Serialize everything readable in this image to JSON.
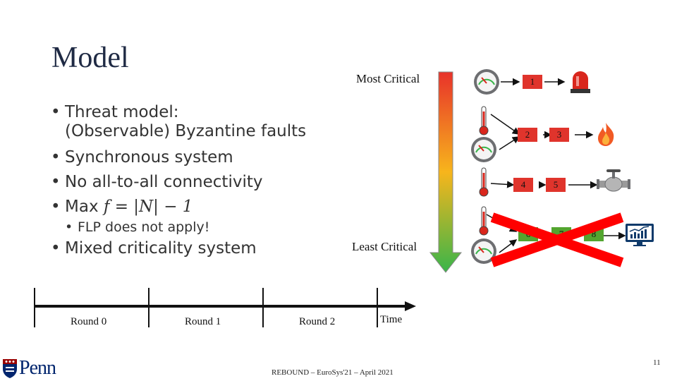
{
  "slide": {
    "title": "Model",
    "bullets": {
      "b1_line1": "Threat model:",
      "b1_line2": "(Observable) Byzantine  faults",
      "b2": "Synchronous system",
      "b3": "No all-to-all  connectivity",
      "b4_prefix": "Max ",
      "b4_math": "f = |N| − 1",
      "b4_sub": "FLP does not apply!",
      "b5": "Mixed criticality system"
    },
    "criticality": {
      "top_label": "Most Critical",
      "bottom_label": "Least Critical",
      "gradient_colors": [
        "#e8322a",
        "#f7b51c",
        "#39b54a"
      ]
    },
    "pipeline": {
      "boxes": [
        "1",
        "2",
        "3",
        "4",
        "5",
        "6",
        "7",
        "8"
      ],
      "box_colors": {
        "red": "#e0342c",
        "green": "#53a52f"
      },
      "cross_color": "#ff0000"
    },
    "timeline": {
      "rounds": [
        "Round 0",
        "Round 1",
        "Round 2"
      ],
      "axis_label": "Time"
    },
    "footer": {
      "text": "REBOUND – EuroSys'21 – April 2021",
      "page_number": "11",
      "logo_text": "Penn"
    }
  }
}
